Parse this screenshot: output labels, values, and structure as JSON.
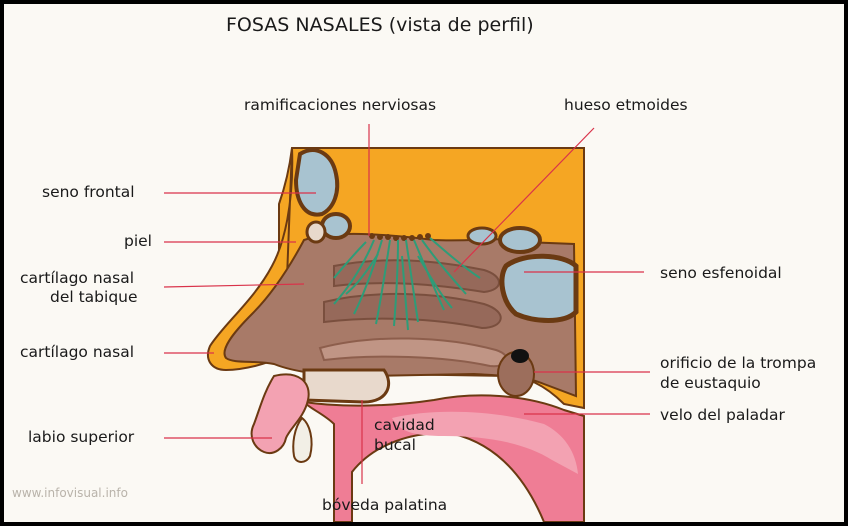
{
  "title": "FOSAS NASALES (vista de perfil)",
  "watermark": "www.infovisual.info",
  "labels": {
    "ramificaciones": "ramificaciones nerviosas",
    "hueso_etmoides": "hueso etmoides",
    "seno_frontal": "seno frontal",
    "piel": "piel",
    "cartilago_tabique_1": "cartílago nasal",
    "cartilago_tabique_2": "del tabique",
    "seno_esfenoidal": "seno esfenoidal",
    "cartilago_nasal": "cartílago nasal",
    "orificio_1": "orificio de la trompa",
    "orificio_2": "de eustaquio",
    "velo_paladar": "velo del paladar",
    "labio_superior": "labio superior",
    "cavidad_1": "cavidad",
    "cavidad_2": "bucal",
    "boveda_palatina": "bóveda palatina"
  },
  "colors": {
    "bone_orange": "#f5a623",
    "bone_brown": "#6b3a12",
    "sinus_blue": "#a8c3d0",
    "tissue_brown": "#a87a68",
    "nerve_green": "#2e9c78",
    "mucosa_pink": "#ef7d95",
    "leader_red": "#d9334a"
  }
}
